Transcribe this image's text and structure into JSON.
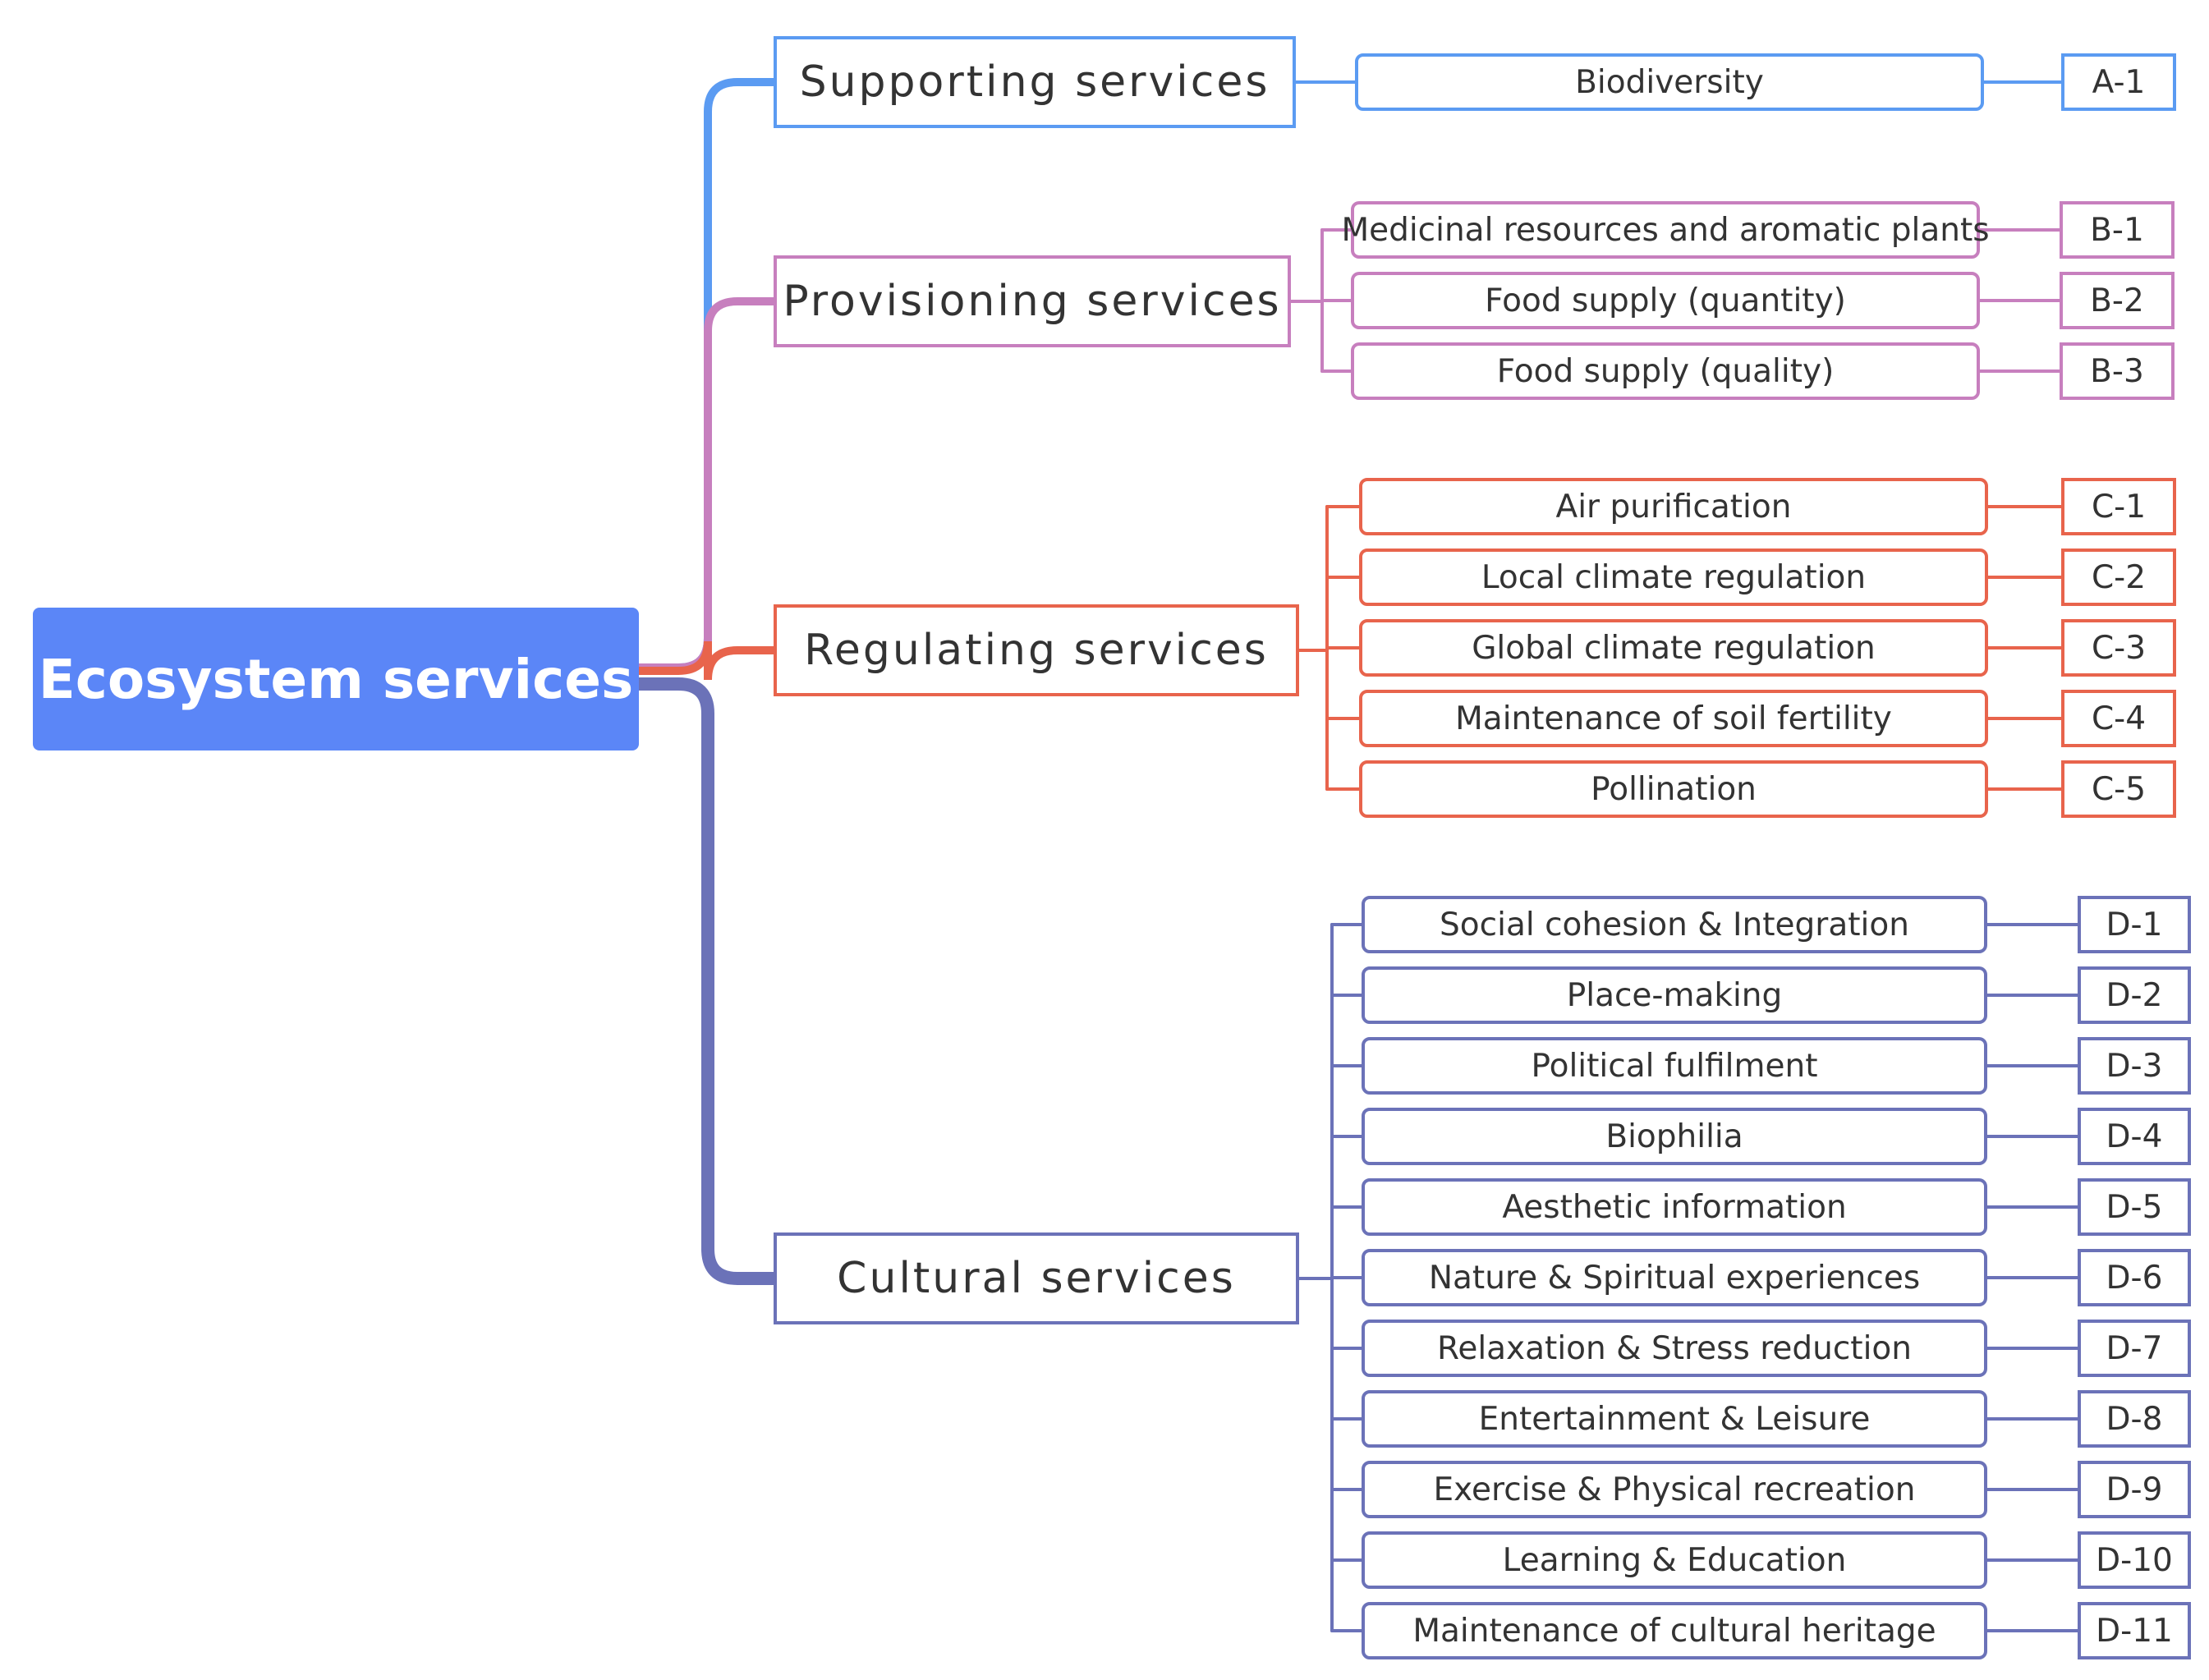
{
  "root": {
    "label": "Ecosystem services",
    "color": "#5b86f7"
  },
  "categories": [
    {
      "label": "Supporting services",
      "color": "#5b9bf2",
      "items": [
        {
          "label": "Biodiversity",
          "code": "A-1"
        }
      ]
    },
    {
      "label": "Provisioning services",
      "color": "#c77fbe",
      "items": [
        {
          "label": "Medicinal resources and aromatic plants",
          "code": "B-1"
        },
        {
          "label": "Food supply (quantity)",
          "code": "B-2"
        },
        {
          "label": "Food supply (quality)",
          "code": "B-3"
        }
      ]
    },
    {
      "label": "Regulating services",
      "color": "#e8644c",
      "items": [
        {
          "label": "Air purification",
          "code": "C-1"
        },
        {
          "label": "Local climate regulation",
          "code": "C-2"
        },
        {
          "label": "Global climate regulation",
          "code": "C-3"
        },
        {
          "label": "Maintenance of soil fertility",
          "code": "C-4"
        },
        {
          "label": "Pollination",
          "code": "C-5"
        }
      ]
    },
    {
      "label": "Cultural services",
      "color": "#6b72b8",
      "items": [
        {
          "label": "Social cohesion & Integration",
          "code": "D-1"
        },
        {
          "label": "Place-making",
          "code": "D-2"
        },
        {
          "label": "Political fulfilment",
          "code": "D-3"
        },
        {
          "label": "Biophilia",
          "code": "D-4"
        },
        {
          "label": "Aesthetic information",
          "code": "D-5"
        },
        {
          "label": "Nature & Spiritual experiences",
          "code": "D-6"
        },
        {
          "label": "Relaxation & Stress reduction",
          "code": "D-7"
        },
        {
          "label": "Entertainment & Leisure",
          "code": "D-8"
        },
        {
          "label": "Exercise & Physical recreation",
          "code": "D-9"
        },
        {
          "label": "Learning & Education",
          "code": "D-10"
        },
        {
          "label": "Maintenance of cultural heritage",
          "code": "D-11"
        }
      ]
    }
  ]
}
